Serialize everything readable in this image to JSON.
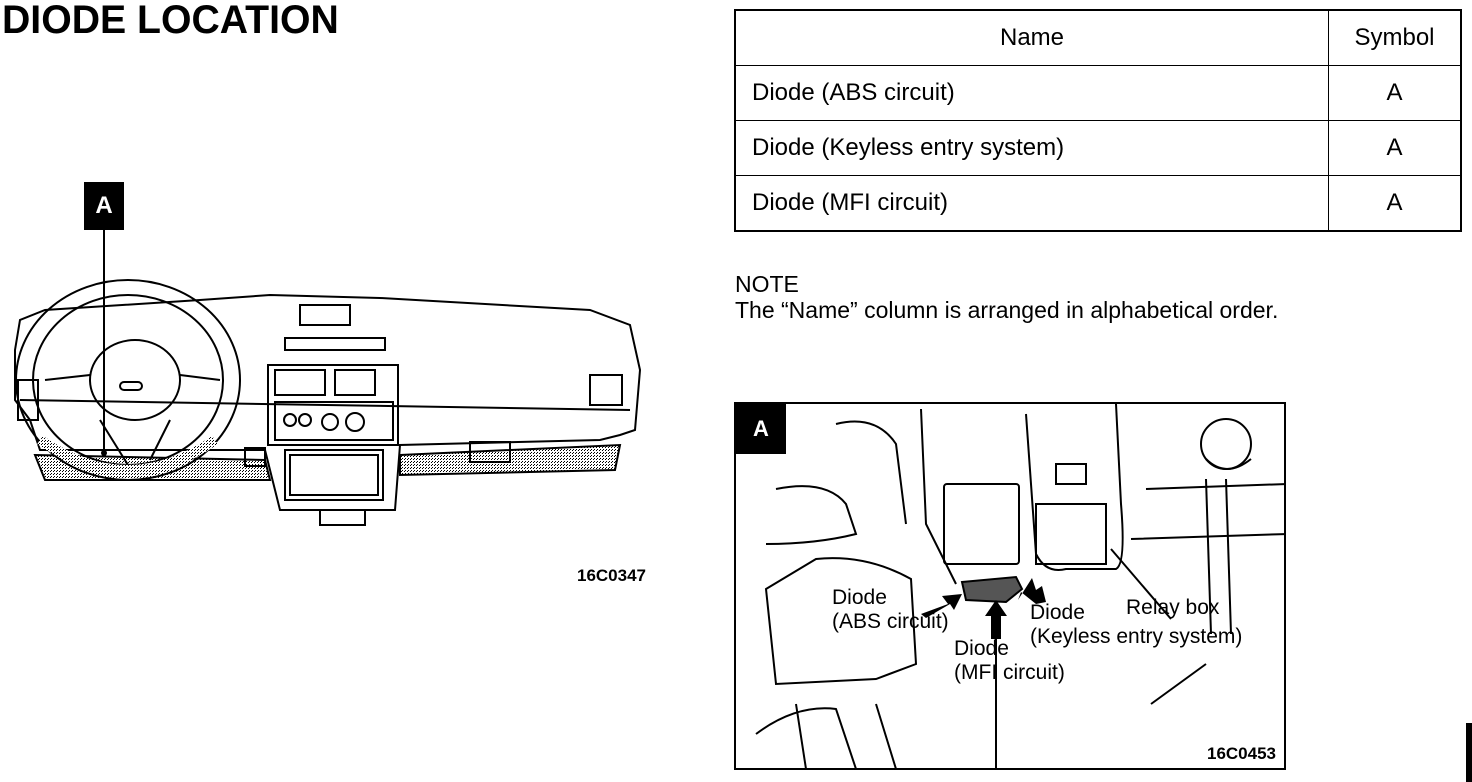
{
  "page": {
    "title": "DIODE LOCATION"
  },
  "table": {
    "headers": {
      "name": "Name",
      "symbol": "Symbol"
    },
    "rows": [
      {
        "name": "Diode (ABS circuit)",
        "symbol": "A"
      },
      {
        "name": "Diode (Keyless entry system)",
        "symbol": "A"
      },
      {
        "name": "Diode (MFI circuit)",
        "symbol": "A"
      }
    ]
  },
  "note": {
    "heading": "NOTE",
    "text": "The “Name” column is arranged in alphabetical order."
  },
  "figure_overview": {
    "tag": "A",
    "code": "16C0347"
  },
  "figure_detail": {
    "tag": "A",
    "code": "16C0453",
    "labels": {
      "abs_line1": "Diode",
      "abs_line2": "(ABS circuit)",
      "mfi_line1": "Diode",
      "mfi_line2": "(MFI circuit)",
      "keyless_line1": "Diode",
      "keyless_line2": "(Keyless entry system)",
      "relay": "Relay box"
    }
  }
}
